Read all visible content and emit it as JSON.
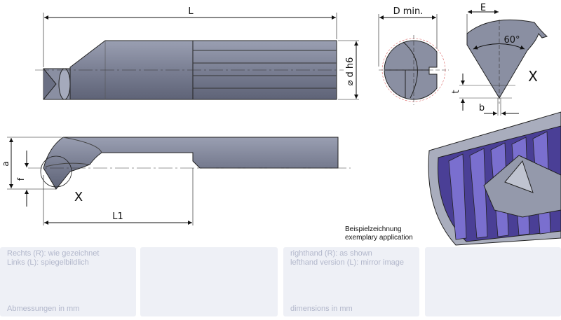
{
  "labels": {
    "L": "L",
    "d_h6": "⌀ d h6",
    "D_min": "D min.",
    "E": "E",
    "angle": "60°",
    "X_detail": "X",
    "t": "t",
    "b": "b",
    "a": "a",
    "f": "f",
    "X_side": "X",
    "L1": "L1"
  },
  "caption": {
    "de": "Beispielzeichnung",
    "en": "exemplary application"
  },
  "panels": [
    {
      "line1": "Rechts (R): wie gezeichnet",
      "line2": "Links (L): spiegelbildlich",
      "footer": "Abmessungen in mm"
    },
    {
      "line1": "",
      "line2": "",
      "footer": ""
    },
    {
      "line1": "righthand (R): as shown",
      "line2": "lefthand version (L): mirror image",
      "footer": "dimensions in mm"
    },
    {
      "line1": "",
      "line2": "",
      "footer": ""
    }
  ],
  "colors": {
    "tool": "#7d8296",
    "tool_dark": "#5d6276",
    "thread": "#5b4fa8",
    "panel": "#eef0f6"
  }
}
